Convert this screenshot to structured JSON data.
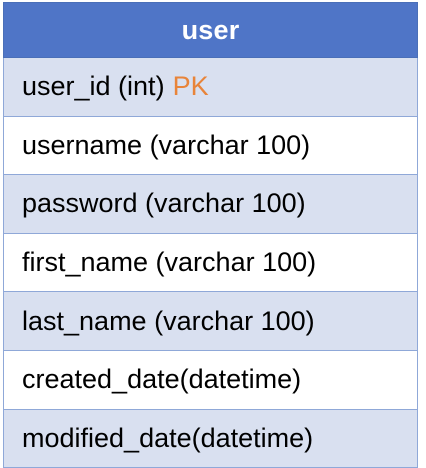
{
  "table": {
    "title": "user",
    "columns": [
      {
        "label": "user_id (int)",
        "key_tag": "PK"
      },
      {
        "label": "username (varchar 100)"
      },
      {
        "label": "password (varchar 100)"
      },
      {
        "label": "first_name (varchar 100)"
      },
      {
        "label": "last_name (varchar 100)"
      },
      {
        "label": "created_date(datetime)"
      },
      {
        "label": "modified_date(datetime)"
      }
    ]
  },
  "colors": {
    "header_bg": "#4f75c7",
    "row_shaded": "#d9e0f0",
    "row_plain": "#ffffff",
    "pk_text": "#e8843a"
  }
}
